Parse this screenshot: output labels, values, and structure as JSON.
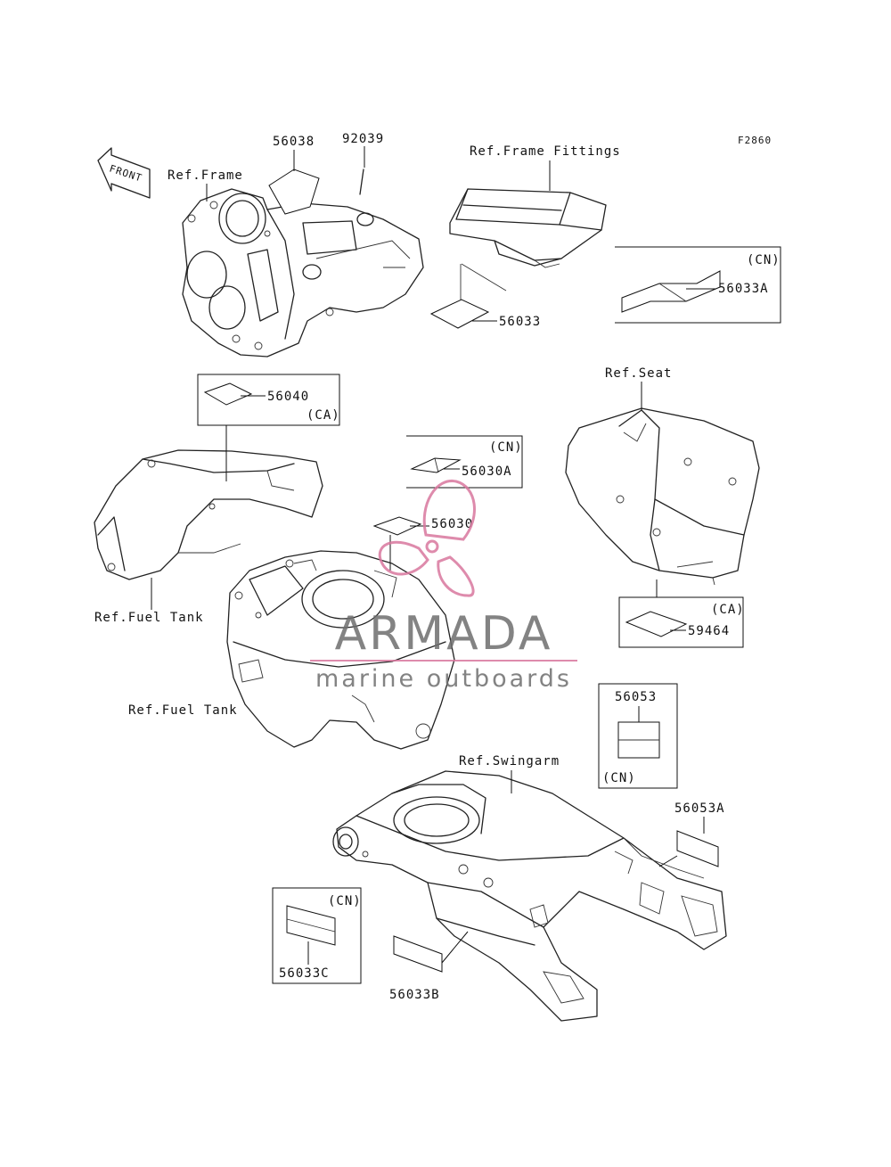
{
  "figure_code": "F2860",
  "labels": {
    "front": "FRONT",
    "ref_frame": "Ref.Frame",
    "ref_frame_fittings": "Ref.Frame Fittings",
    "ref_seat": "Ref.Seat",
    "ref_fuel_tank_1": "Ref.Fuel Tank",
    "ref_fuel_tank_2": "Ref.Fuel Tank",
    "ref_swingarm": "Ref.Swingarm"
  },
  "parts": {
    "p56038": "56038",
    "p92039": "92039",
    "p56033": "56033",
    "p56033A": "56033A",
    "p56040": "56040",
    "p56030A": "56030A",
    "p56030": "56030",
    "p59464": "59464",
    "p56053": "56053",
    "p56053A": "56053A",
    "p56033C": "56033C",
    "p56033B": "56033B"
  },
  "region_tags": {
    "cn_56033A": "(CN)",
    "ca_56040": "(CA)",
    "cn_56030A": "(CN)",
    "ca_59464": "(CA)",
    "cn_56053": "(CN)",
    "cn_56033C": "(CN)"
  },
  "watermark": {
    "brand": "ARMADA",
    "tagline": "marine outboards",
    "accent_color": "#d9779e",
    "text_color": "#6e6e6e"
  }
}
